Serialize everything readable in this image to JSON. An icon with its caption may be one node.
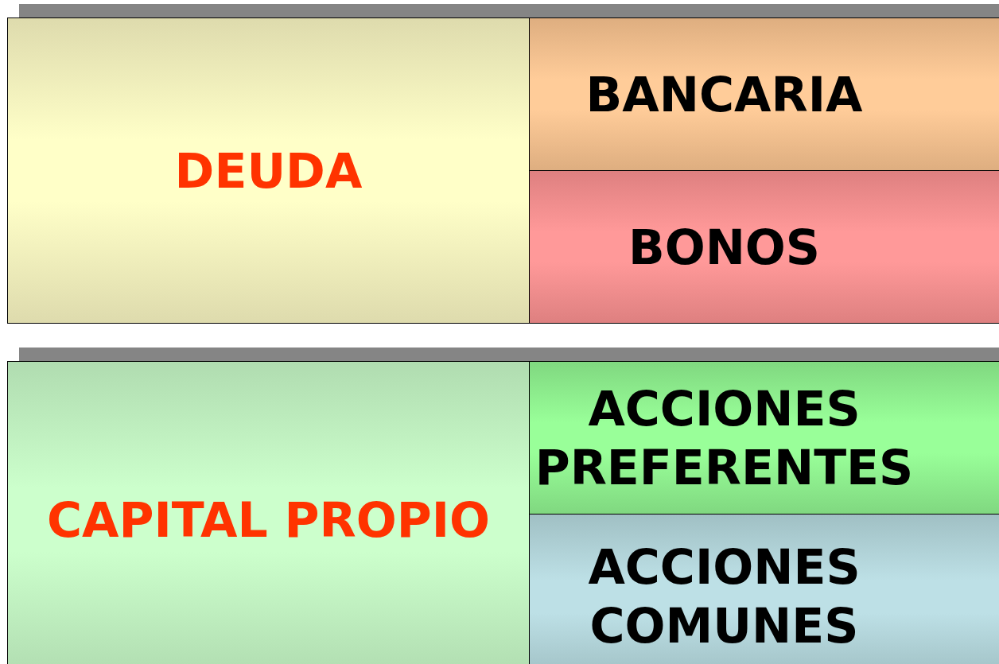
{
  "diagram": {
    "nodes": [
      {
        "text": [
          "DEUDA"
        ]
      },
      {
        "text": [
          "BANCARIA"
        ]
      },
      {
        "text": [
          "BONOS"
        ]
      },
      {
        "text": [
          "CAPITAL PROPIO"
        ]
      },
      {
        "text": [
          "ACCIONES PREFERENTES"
        ]
      },
      {
        "text": [
          "ACCIONES COMUNES"
        ]
      }
    ]
  }
}
